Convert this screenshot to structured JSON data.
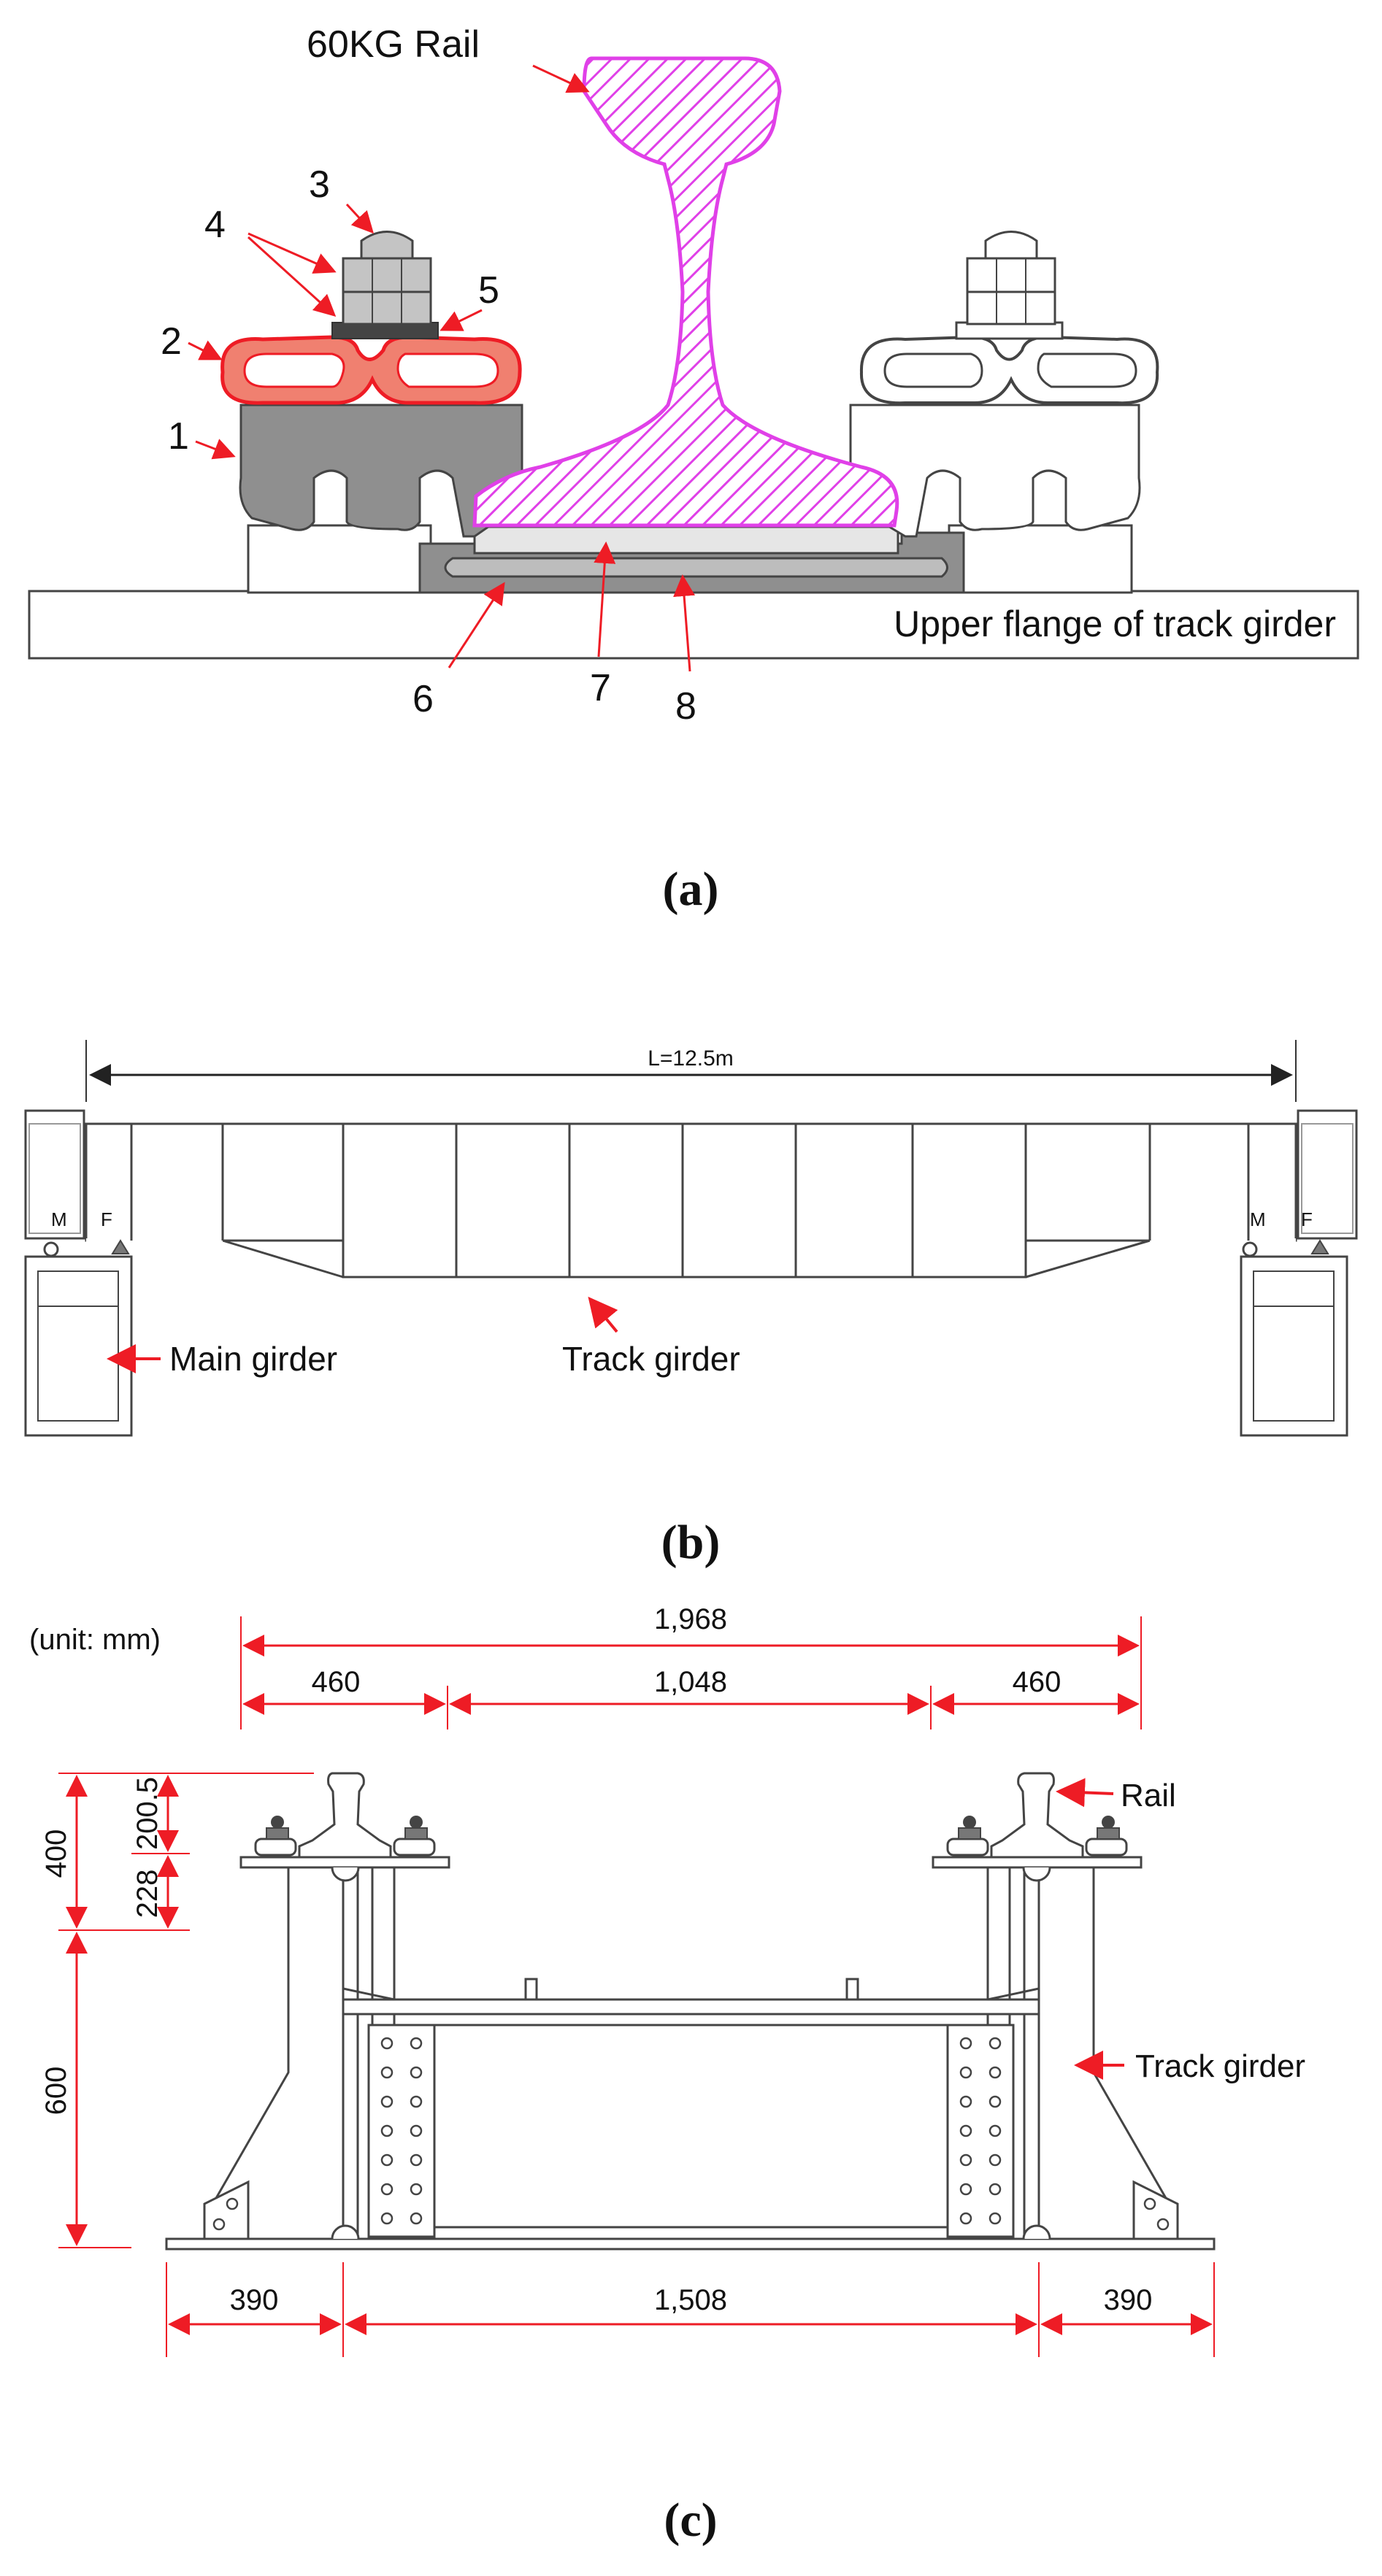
{
  "panel_a": {
    "rail_label": "60KG Rail",
    "part_numbers": [
      "1",
      "2",
      "3",
      "4",
      "5",
      "6",
      "7",
      "8"
    ],
    "flange_label": "Upper flange of track girder",
    "caption": "(a)"
  },
  "panel_b": {
    "span_label": "L=12.5m",
    "support_left_moving": "M",
    "support_left_fixed": "F",
    "support_right_moving": "M",
    "support_right_fixed": "F",
    "main_girder_label": "Main girder",
    "track_girder_label": "Track girder",
    "caption": "(b)"
  },
  "panel_c": {
    "unit_label": "(unit: mm)",
    "dim_total_top": "1,968",
    "dim_left_top": "460",
    "dim_mid_top": "1,048",
    "dim_right_top": "460",
    "dim_height_total": "400",
    "dim_height_rail": "200.5",
    "dim_height_pad": "228",
    "dim_height_girder": "600",
    "dim_bottom_left": "390",
    "dim_bottom_mid": "1,508",
    "dim_bottom_right": "390",
    "rail_label": "Rail",
    "track_girder_label": "Track girder",
    "caption": "(c)"
  },
  "colors": {
    "annotation_red": "#ee1c25",
    "rail_magenta": "#e040e8",
    "steel_gray": "#8f8f8f",
    "clip_red": "#f08070"
  }
}
